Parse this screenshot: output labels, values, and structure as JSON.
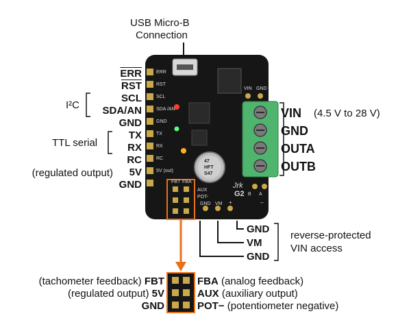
{
  "top": {
    "usb_line1": "USB Micro-B",
    "usb_line2": "Connection"
  },
  "left_pins": [
    "ERR",
    "RST",
    "SCL",
    "SDA/AN",
    "GND",
    "TX",
    "RX",
    "RC",
    "5V",
    "GND"
  ],
  "left_groups": {
    "i2c": "I²C",
    "ttl": "TTL serial",
    "regulated": "(regulated output)"
  },
  "right_pins": {
    "vin": "VIN",
    "vin_range": "(4.5 V to 28 V)",
    "gnd": "GND",
    "outa": "OUTA",
    "outb": "OUTB"
  },
  "bottom_access": {
    "gnd1": "GND",
    "vm": "VM",
    "gnd2": "GND",
    "note_line1": "reverse-protected",
    "note_line2": "VIN access"
  },
  "board_silk": {
    "err": "ERR",
    "rst": "RST",
    "scl": "SCL",
    "sda": "SDA /AN",
    "gnd": "GND",
    "tx": "TX",
    "rx": "RX",
    "rc": "RC",
    "v5": "5V (out)",
    "vin": "VIN",
    "gnd_top": "GND",
    "fbt": "FBT",
    "fba": "FBA",
    "aux": "AUX",
    "pot": "POT-",
    "gnd_b": "GND",
    "vm": "VM",
    "plus": "+",
    "brand": "Jrk",
    "model": "G2",
    "a": "A",
    "b": "B",
    "minus": "–",
    "cap1": "47",
    "cap2": "HFT",
    "cap3": "S47"
  },
  "feedback": {
    "fbt": "FBT",
    "fbt_desc": "(tachometer feedback)",
    "fba": "FBA",
    "fba_desc": "(analog feedback)",
    "v5": "5V",
    "v5_desc": "(regulated output)",
    "aux": "AUX",
    "aux_desc": "(auxiliary output)",
    "gnd": "GND",
    "pot": "POT−",
    "pot_desc": "(potentiometer negative)"
  },
  "colors": {
    "board": "#161616",
    "terminal": "#4fb46d",
    "arrow": "#e8711c",
    "gold": "#c9a94a"
  }
}
